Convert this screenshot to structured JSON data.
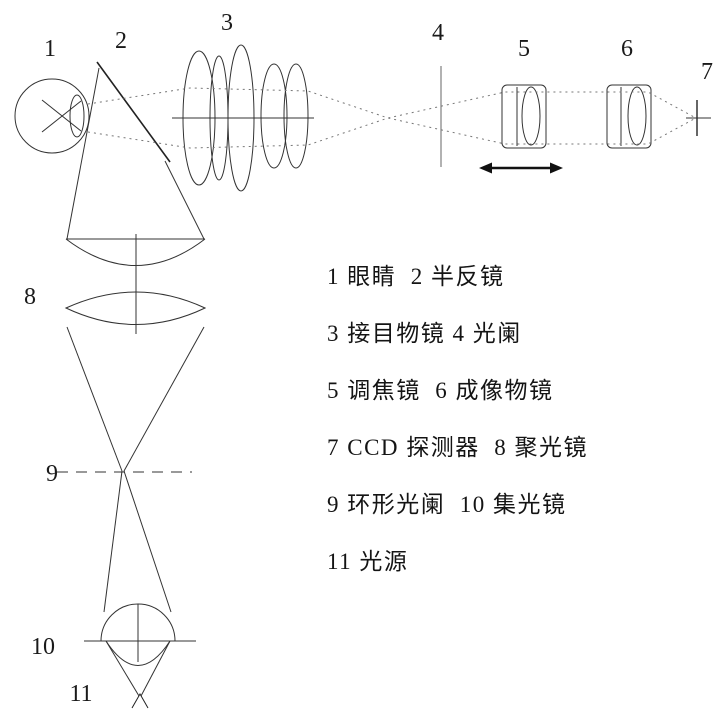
{
  "diagram": {
    "labels": {
      "eye": "1",
      "half_mirror": "2",
      "eyepiece_objective": "3",
      "aperture": "4",
      "focusing_lens": "5",
      "imaging_objective": "6",
      "ccd": "7",
      "condenser": "8",
      "ring_aperture": "9",
      "collector": "10",
      "light_source": "11"
    }
  },
  "legend": {
    "lines": [
      "1 眼睛  2 半反镜",
      "3 接目物镜 4 光阑",
      "5 调焦镜  6 成像物镜",
      "7 CCD 探测器  8 聚光镜",
      "9 环形光阑  10 集光镜",
      "11 光源"
    ]
  },
  "colors": {
    "line": "#333333",
    "ray": "#777777",
    "arrow": "#111111",
    "background": "#ffffff"
  }
}
